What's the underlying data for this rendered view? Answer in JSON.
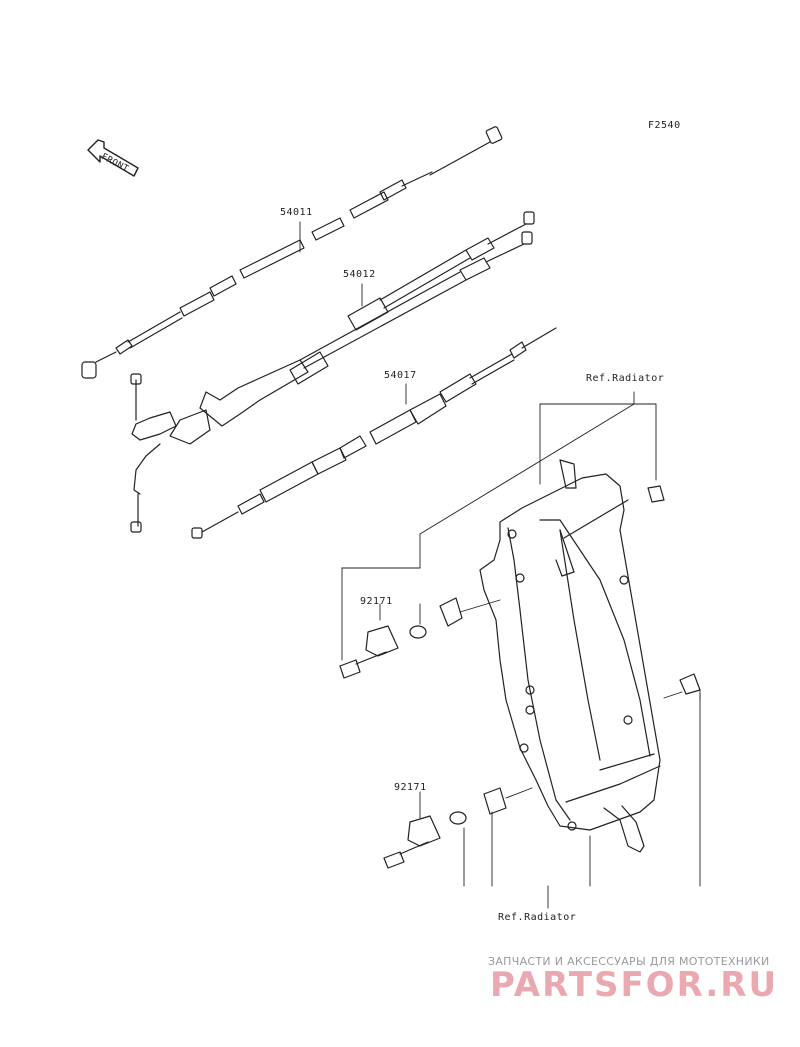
{
  "diagram_code": "F2540",
  "front_label": "FRONT",
  "parts": {
    "cable_54011": "54011",
    "cable_54012": "54012",
    "cable_54017": "54017",
    "clamp_upper": "92171",
    "clamp_lower": "92171"
  },
  "references": {
    "radiator_top": "Ref.Radiator",
    "radiator_bottom": "Ref.Radiator"
  },
  "watermark": {
    "tagline": "ЗАПЧАСТИ И АКСЕССУАРЫ ДЛЯ МОТОТЕХНИКИ",
    "brand": "PARTSFOR.RU"
  }
}
